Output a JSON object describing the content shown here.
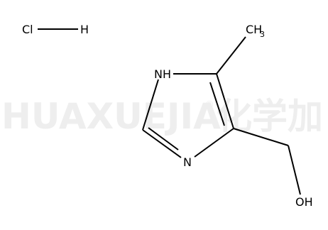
{
  "watermark": {
    "brand_latin": "HUAXUEJIA",
    "registered_mark": "®",
    "brand_chinese": "化学加"
  },
  "molecule": {
    "hcl": {
      "cl": "Cl",
      "h": "H"
    },
    "ring_nh": "NH",
    "ring_n": "N",
    "methyl": {
      "main": "CH",
      "subscript": "3"
    },
    "hydroxyl": "OH"
  }
}
